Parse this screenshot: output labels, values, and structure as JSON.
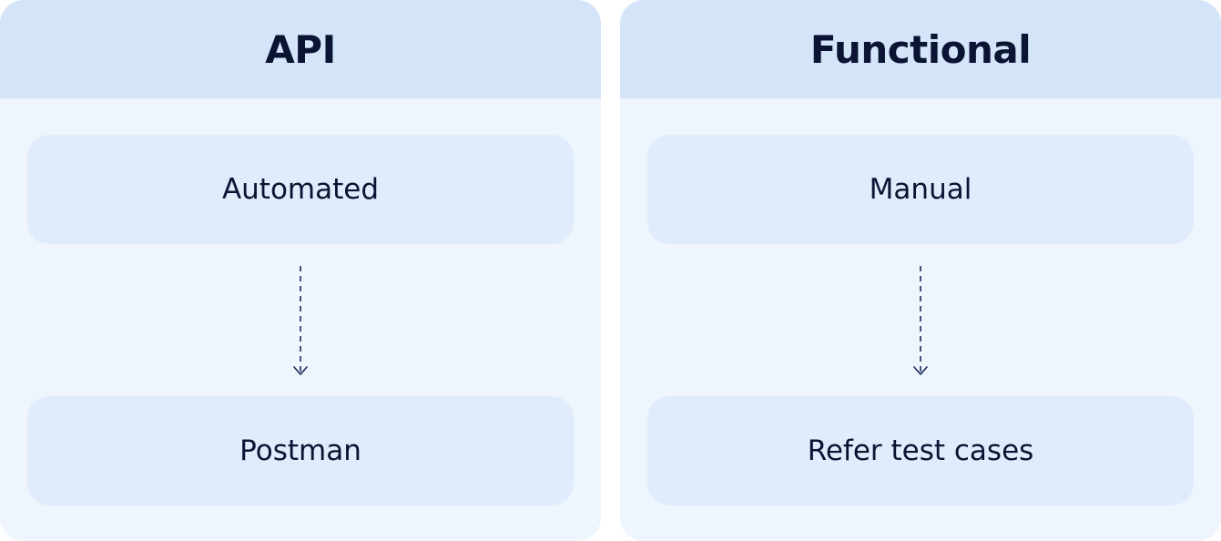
{
  "panels": [
    {
      "title": "API",
      "steps": [
        "Automated",
        "Postman"
      ]
    },
    {
      "title": "Functional",
      "steps": [
        "Manual",
        "Refer test cases"
      ]
    }
  ],
  "colors": {
    "panel_background": "#eef5fd",
    "header_background": "#d4e5fa",
    "box_background": "#e0ecfc",
    "text": "#0b1433",
    "arrow": "#1a2a5c"
  },
  "connector": {
    "style": "dashed",
    "direction": "down"
  }
}
